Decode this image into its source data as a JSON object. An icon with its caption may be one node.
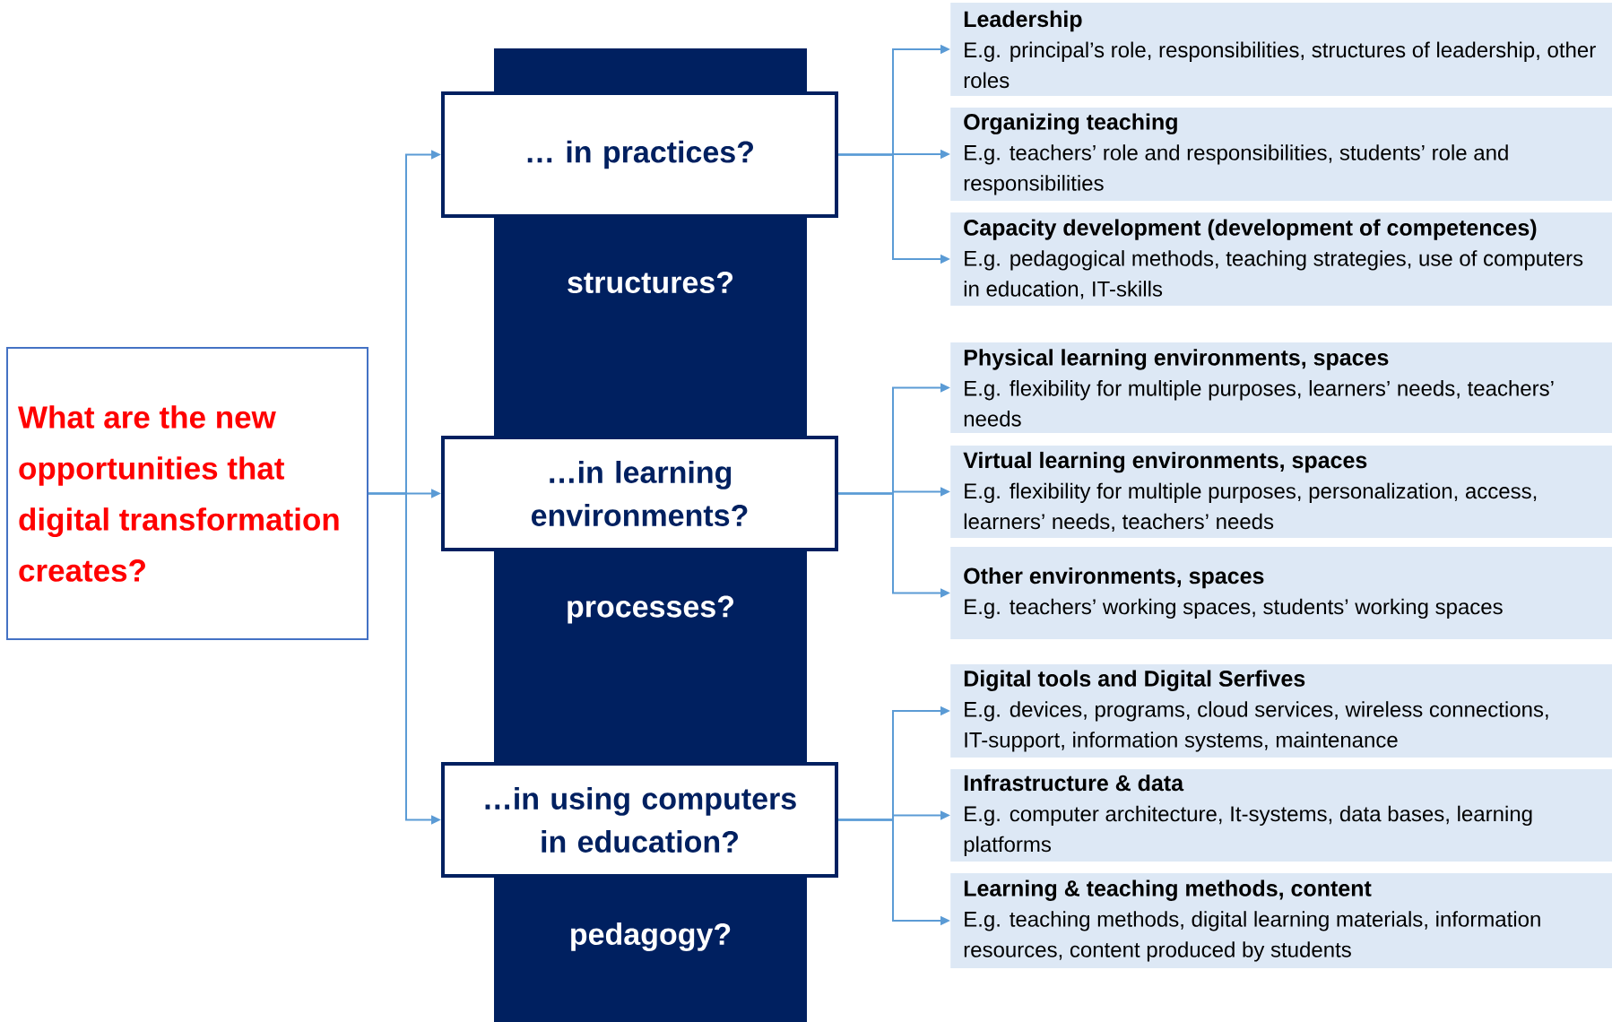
{
  "diagram": {
    "nodes": [
      {
        "text": [
          "What are the new opportunities that digital transformation creates?"
        ]
      },
      {
        "text": [
          "structures?",
          "processes?",
          "pedagogy?"
        ]
      },
      {
        "text": [
          "… in practices?"
        ]
      },
      {
        "text": [
          "…in learning environments?"
        ]
      },
      {
        "text": [
          "…in using computers in education?"
        ]
      },
      {
        "text": [
          "Leadership",
          "E.g. principal’s role,  responsibilities, structures of leadership,  other roles"
        ]
      },
      {
        "text": [
          "Organizing teaching",
          "E.g. teachers’ role and responsibilities,  students’ role and responsibilities"
        ]
      },
      {
        "text": [
          "Capacity development (development of competences)",
          "E.g. pedagogical methods, teaching strategies, use of computers in education, IT-skills"
        ]
      },
      {
        "text": [
          "Physical learning environments, spaces",
          "E.g. flexibility for multiple purposes,  learners’ needs, teachers’ needs"
        ]
      },
      {
        "text": [
          "Virtual learning environments, spaces",
          "E.g. flexibility for multiple purposes,  personalization, access, learners’ needs, teachers’ needs"
        ]
      },
      {
        "text": [
          "Other environments, spaces",
          "E.g. teachers’ working spaces, students’ working spaces"
        ]
      },
      {
        "text": [
          "Digital tools and Digital Serfives",
          "E.g. devices, programs, cloud services, wireless connections, IT-support, information systems, maintenance"
        ]
      },
      {
        "text": [
          "Infrastructure & data",
          "E.g. computer architecture, It-systems, data bases, learning platforms"
        ]
      },
      {
        "text": [
          "Learning & teaching methods, content",
          "E.g. teaching methods, digital learning materials, information resources, content produced by students"
        ]
      }
    ],
    "edges": [
      {
        "from": 0,
        "to": 2,
        "arrow": "to"
      },
      {
        "from": 0,
        "to": 3,
        "arrow": "to"
      },
      {
        "from": 0,
        "to": 4,
        "arrow": "to"
      },
      {
        "from": 2,
        "to": 5,
        "arrow": "to"
      },
      {
        "from": 2,
        "to": 6,
        "arrow": "to"
      },
      {
        "from": 2,
        "to": 7,
        "arrow": "to"
      },
      {
        "from": 3,
        "to": 8,
        "arrow": "to"
      },
      {
        "from": 3,
        "to": 9,
        "arrow": "to"
      },
      {
        "from": 3,
        "to": 10,
        "arrow": "to"
      },
      {
        "from": 4,
        "to": 11,
        "arrow": "to"
      },
      {
        "from": 4,
        "to": 12,
        "arrow": "to"
      },
      {
        "from": 4,
        "to": 13,
        "arrow": "to"
      }
    ]
  }
}
